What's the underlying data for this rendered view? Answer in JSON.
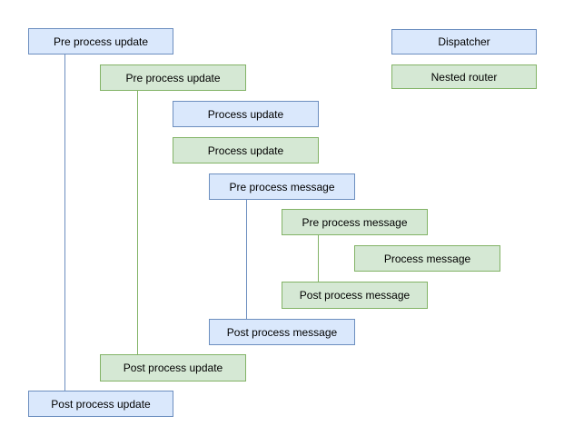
{
  "diagram": {
    "background_color": "#ffffff",
    "palette": {
      "blue_fill": "#dae8fc",
      "blue_stroke": "#6c8ebf",
      "green_fill": "#d5e8d4",
      "green_stroke": "#82b366",
      "text_color": "#000000"
    },
    "nodes": [
      {
        "id": "pre-process-update-blue",
        "label": "Pre process update",
        "color": "blue"
      },
      {
        "id": "dispatcher",
        "label": "Dispatcher",
        "color": "blue"
      },
      {
        "id": "nested-router",
        "label": "Nested router",
        "color": "green"
      },
      {
        "id": "pre-process-update-green",
        "label": "Pre process update",
        "color": "green"
      },
      {
        "id": "process-update-blue",
        "label": "Process update",
        "color": "blue"
      },
      {
        "id": "process-update-green",
        "label": "Process update",
        "color": "green"
      },
      {
        "id": "pre-process-message-blue",
        "label": "Pre process message",
        "color": "blue"
      },
      {
        "id": "pre-process-message-green",
        "label": "Pre process message",
        "color": "green"
      },
      {
        "id": "process-message-green",
        "label": "Process message",
        "color": "green"
      },
      {
        "id": "post-process-message-green",
        "label": "Post process message",
        "color": "green"
      },
      {
        "id": "post-process-message-blue",
        "label": "Post process message",
        "color": "blue"
      },
      {
        "id": "post-process-update-green",
        "label": "Post process update",
        "color": "green"
      },
      {
        "id": "post-process-update-blue",
        "label": "Post process update",
        "color": "blue"
      }
    ],
    "connectors": [
      {
        "id": "update-scope-blue-line",
        "color": "blue",
        "from": "pre-process-update-blue",
        "to": "post-process-update-blue"
      },
      {
        "id": "update-scope-green-line",
        "color": "green",
        "from": "pre-process-update-green",
        "to": "post-process-update-green"
      },
      {
        "id": "message-scope-blue-line",
        "color": "blue",
        "from": "pre-process-message-blue",
        "to": "post-process-message-blue"
      },
      {
        "id": "message-scope-green-line",
        "color": "green",
        "from": "pre-process-message-green",
        "to": "post-process-message-green"
      }
    ]
  }
}
